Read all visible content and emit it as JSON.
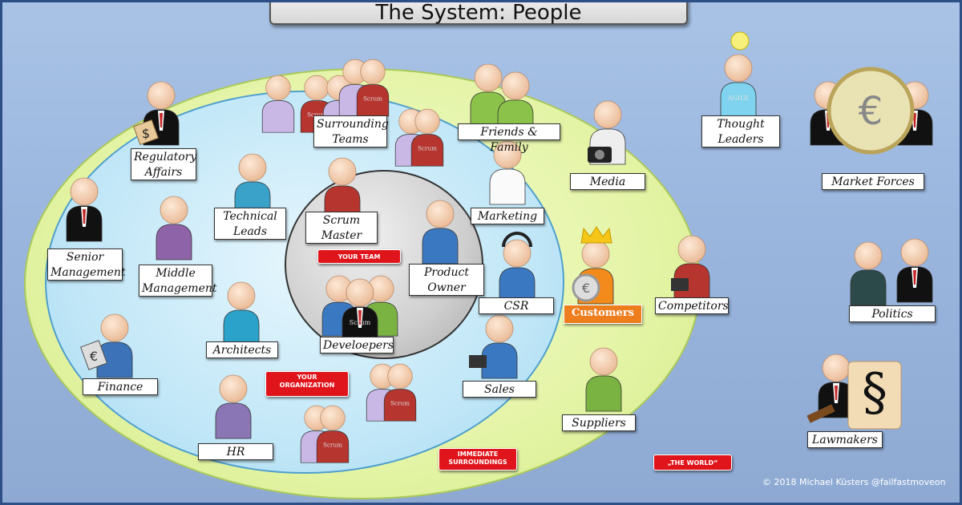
{
  "title": "The System: People",
  "labels": {
    "regulatory_affairs": "Regulatory\nAffairs",
    "surrounding_teams": "Surrounding\nTeams",
    "friends_family": "Friends & Family",
    "media": "Media",
    "thought_leaders": "Thought\nLeaders",
    "market_forces": "Market Forces",
    "technical_leads": "Technical\nLeads",
    "scrum_master": "Scrum\nMaster",
    "marketing": "Marketing",
    "senior_management": "Senior\nManagement",
    "middle_management": "Middle\nManagement",
    "product_owner": "Product\nOwner",
    "csr": "CSR",
    "customers": "Customers",
    "competitors": "Competitors",
    "politics": "Politics",
    "architects": "Architects",
    "developers": "Develoepers",
    "finance": "Finance",
    "sales": "Sales",
    "suppliers": "Suppliers",
    "hr": "HR",
    "lawmakers": "Lawmakers"
  },
  "tags": {
    "your_team": "YOUR TEAM",
    "your_organization": "YOUR\nORGANIZATION",
    "immediate_surroundings": "IMMEDIATE\nSURROUNDINGS",
    "the_world": "„THE WORLD“"
  },
  "shirt_text": {
    "scrum": "Scrum",
    "agile": "AGILE"
  },
  "copyright": "© 2018 Michael Küsters @failfastmoveon",
  "colors": {
    "accent_red": "#e0151b",
    "customers_orange": "#ee7d1e",
    "frame_blue": "#2e4f86"
  }
}
